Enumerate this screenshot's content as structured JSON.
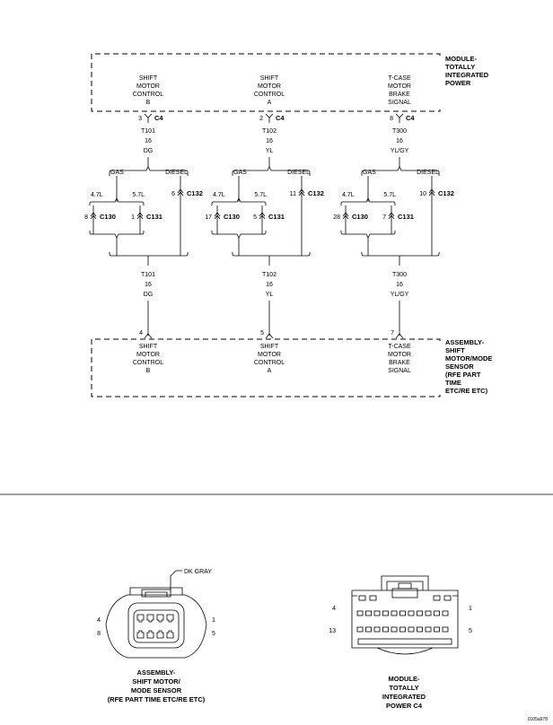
{
  "modules": {
    "top": {
      "label_lines": [
        "MODULE-",
        "TOTALLY",
        "INTEGRATED",
        "POWER"
      ],
      "pins": [
        {
          "lines": [
            "SHIFT",
            "MOTOR",
            "CONTROL",
            "B"
          ]
        },
        {
          "lines": [
            "SHIFT",
            "MOTOR",
            "CONTROL",
            "A"
          ]
        },
        {
          "lines": [
            "T-CASE",
            "MOTOR",
            "BRAKE",
            "SIGNAL"
          ]
        }
      ]
    },
    "bottom": {
      "label_lines": [
        "ASSEMBLY-",
        "SHIFT",
        "MOTOR/MODE",
        "SENSOR",
        "(RFE PART",
        "TIME",
        "ETC/RE ETC)"
      ],
      "pins": [
        {
          "lines": [
            "SHIFT",
            "MOTOR",
            "CONTROL",
            "B"
          ]
        },
        {
          "lines": [
            "SHIFT",
            "MOTOR",
            "CONTROL",
            "A"
          ]
        },
        {
          "lines": [
            "T-CASE",
            "MOTOR",
            "BRAKE",
            "SIGNAL"
          ]
        }
      ]
    }
  },
  "circuits": [
    {
      "top_pin": "3",
      "top_connector": "C4",
      "wire_lines": [
        "T101",
        "16",
        "DG"
      ],
      "gas_label": "GAS",
      "diesel_label": "DIESEL",
      "gas_47_label": "4.7L",
      "gas_57_label": "5.7L",
      "c130_pin": "8",
      "c130_label": "C130",
      "c131_pin": "1",
      "c131_label": "C131",
      "c132_pin": "6",
      "c132_label": "C132",
      "bottom_wire_lines": [
        "T101",
        "16",
        "DG"
      ],
      "bottom_pin": "4"
    },
    {
      "top_pin": "2",
      "top_connector": "C4",
      "wire_lines": [
        "T102",
        "16",
        "YL"
      ],
      "gas_label": "GAS",
      "diesel_label": "DIESEL",
      "gas_47_label": "4.7L",
      "gas_57_label": "5.7L",
      "c130_pin": "17",
      "c130_label": "C130",
      "c131_pin": "5",
      "c131_label": "C131",
      "c132_pin": "11",
      "c132_label": "C132",
      "bottom_wire_lines": [
        "T102",
        "16",
        "YL"
      ],
      "bottom_pin": "5"
    },
    {
      "top_pin": "8",
      "top_connector": "C4",
      "wire_lines": [
        "T300",
        "16",
        "YL/GY"
      ],
      "gas_label": "GAS",
      "diesel_label": "DIESEL",
      "gas_47_label": "4.7L",
      "gas_57_label": "5.7L",
      "c130_pin": "28",
      "c130_label": "C130",
      "c131_pin": "7",
      "c131_label": "C131",
      "c132_pin": "10",
      "c132_label": "C132",
      "bottom_wire_lines": [
        "T300",
        "16",
        "YL/GY"
      ],
      "bottom_pin": "7"
    }
  ],
  "connector_views": {
    "sensor": {
      "color_label": "DK GRAY",
      "pin_labels": {
        "top_left": "4",
        "bottom_left": "8",
        "top_right": "1",
        "bottom_right": "5"
      },
      "caption_lines": [
        "ASSEMBLY-",
        "SHIFT MOTOR/",
        "MODE SENSOR",
        "(RFE PART TIME ETC/RE ETC)"
      ]
    },
    "module": {
      "pin_labels": {
        "top_left": "4",
        "bottom_left": "13",
        "top_right": "1",
        "bottom_right": "5"
      },
      "caption_lines": [
        "MODULE-",
        "TOTALLY",
        "INTEGRATED",
        "POWER C4"
      ]
    }
  },
  "figure_id": "0105a978"
}
